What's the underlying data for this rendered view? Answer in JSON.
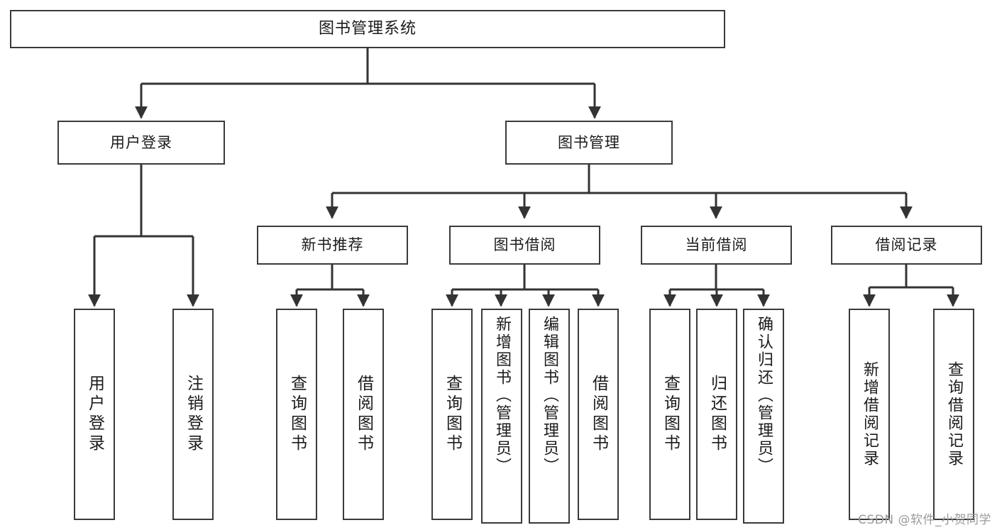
{
  "diagram": {
    "title": "图书管理系统",
    "type": "tree-hierarchy",
    "watermark": "CSDN @软件_小贺同学",
    "colors": {
      "box_border": "#3a3a3a",
      "connector": "#333333",
      "background": "#ffffff",
      "text": "#1b1b1b",
      "watermark": "#9a9a9a"
    },
    "root": {
      "label": "图书管理系统"
    },
    "tier2": [
      {
        "label": "用户登录"
      },
      {
        "label": "图书管理"
      }
    ],
    "tier3": [
      {
        "label": "新书推荐"
      },
      {
        "label": "图书借阅"
      },
      {
        "label": "当前借阅"
      },
      {
        "label": "借阅记录"
      }
    ],
    "leaves": {
      "user_login": [
        {
          "label": "用户登录"
        },
        {
          "label": "注销登录"
        }
      ],
      "new_book_recommend": [
        {
          "label": "查询图书"
        },
        {
          "label": "借阅图书"
        }
      ],
      "book_borrow": [
        {
          "label": "查询图书"
        },
        {
          "label": "新增图书（管理员）"
        },
        {
          "label": "编辑图书（管理员）"
        },
        {
          "label": "借阅图书"
        }
      ],
      "current_borrow": [
        {
          "label": "查询图书"
        },
        {
          "label": "归还图书"
        },
        {
          "label": "确认归还（管理员）"
        }
      ],
      "borrow_record": [
        {
          "label": "新增借阅记录"
        },
        {
          "label": "查询借阅记录"
        }
      ]
    }
  }
}
